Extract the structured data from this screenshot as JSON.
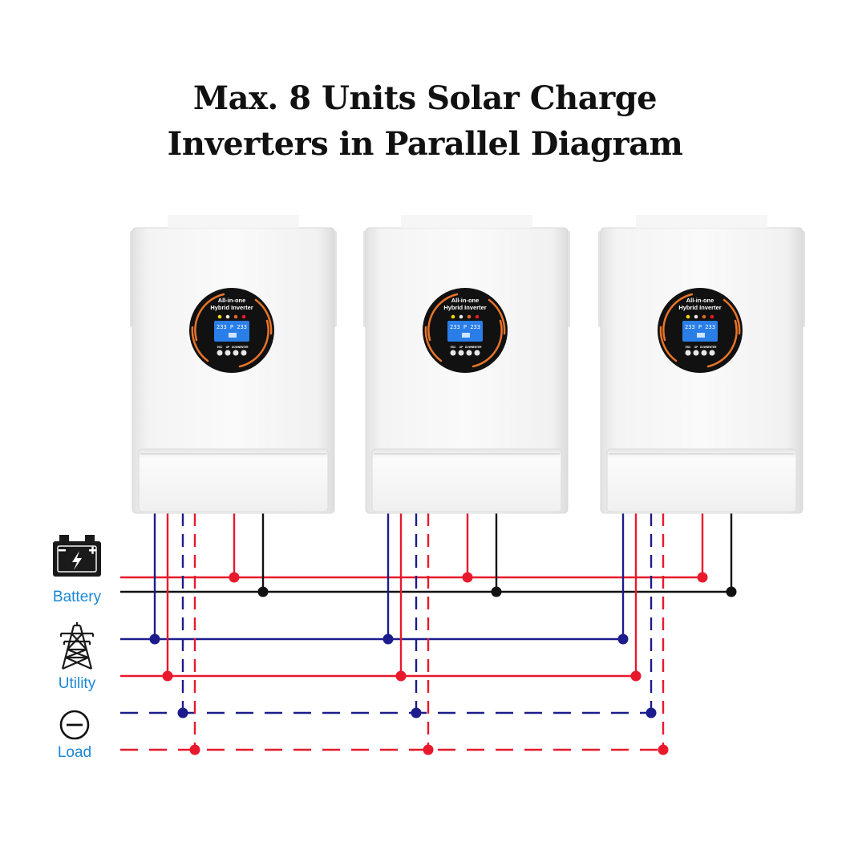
{
  "title": {
    "line1": "Max. 8 Units Solar Charge",
    "line2": "Inverters in Parallel Diagram"
  },
  "legend": {
    "battery": {
      "label": "Battery",
      "icon": "battery-icon"
    },
    "utility": {
      "label": "Utility",
      "icon": "power-tower-icon"
    },
    "load": {
      "label": "Load",
      "icon": "minus-circle-icon"
    }
  },
  "unit": {
    "name_line1": "All-in-one",
    "name_line2": "Hybrid Inverter",
    "lcd_reading": "233 P 233",
    "button_labels": [
      "ESC",
      "UP",
      "DOWN",
      "ENTER"
    ],
    "count_shown": 3
  },
  "colors": {
    "positive": "#e8192c",
    "neutral": "#1c1c8c",
    "negative": "#111111",
    "legend_text": "#1a88d6",
    "display_ring": "#e8742a",
    "lcd": "#2a7ee8"
  },
  "line_styles": {
    "battery": "solid",
    "utility": "solid",
    "load": "dashed"
  }
}
